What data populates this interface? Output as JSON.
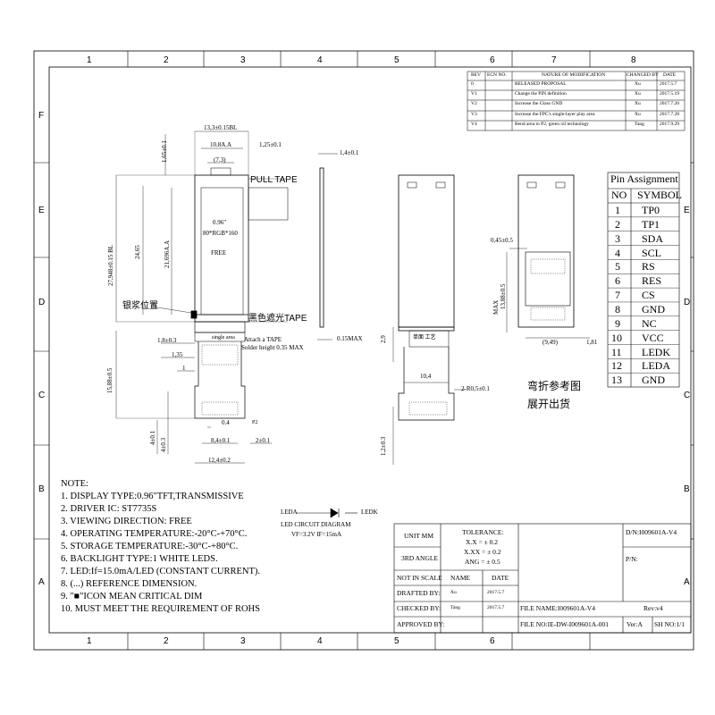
{
  "grid": {
    "cols": [
      "1",
      "2",
      "3",
      "4",
      "5",
      "6",
      "7",
      "8"
    ],
    "rows": [
      "F",
      "E",
      "D",
      "C",
      "B",
      "A"
    ]
  },
  "revisions": {
    "headers": [
      "REV",
      "ECN NO.",
      "NATURE OF MODIFICATION",
      "CHANGED BY",
      "DATE"
    ],
    "rows": [
      {
        "rev": "0",
        "ecn": "",
        "nature": "RELEASED PROPOSAL",
        "by": "Xu",
        "date": "2017.5.7"
      },
      {
        "rev": "V1",
        "ecn": "",
        "nature": "Change the PIN definition",
        "by": "Xu",
        "date": "2017.5.19"
      },
      {
        "rev": "V2",
        "ecn": "",
        "nature": "Increase the Glass GND",
        "by": "Xu",
        "date": "2017.7.20"
      },
      {
        "rev": "V3",
        "ecn": "",
        "nature": "Increase the FPC's single-layer play area",
        "by": "Xu",
        "date": "2017.7.28"
      },
      {
        "rev": "V4",
        "ecn": "",
        "nature": "Bend area to P2, green oil technology",
        "by": "Tang",
        "date": "2017.9.29"
      }
    ]
  },
  "pin_assignment": {
    "title": "Pin Assignment",
    "col_no": "NO",
    "col_symbol": "SYMBOL",
    "pins": [
      {
        "no": "1",
        "symbol": "TP0"
      },
      {
        "no": "2",
        "symbol": "TP1"
      },
      {
        "no": "3",
        "symbol": "SDA"
      },
      {
        "no": "4",
        "symbol": "SCL"
      },
      {
        "no": "5",
        "symbol": "RS"
      },
      {
        "no": "6",
        "symbol": "RES"
      },
      {
        "no": "7",
        "symbol": "CS"
      },
      {
        "no": "8",
        "symbol": "GND"
      },
      {
        "no": "9",
        "symbol": "NC"
      },
      {
        "no": "10",
        "symbol": "VCC"
      },
      {
        "no": "11",
        "symbol": "LEDK"
      },
      {
        "no": "12",
        "symbol": "LEDA"
      },
      {
        "no": "13",
        "symbol": "GND"
      }
    ]
  },
  "front_view": {
    "dim_top_outer": "13,3±0.15BL",
    "dim_top_aa": "10.8A.A",
    "dim_top_right": "1,25±0.1",
    "dim_top_small": "(7.3)",
    "dim_left_small": "1,65±0.1",
    "dim_total_height": "27,948±0.15 BL",
    "dim_height_2": "24,65",
    "dim_height_aa": "21,696A.A",
    "pull_tape": "PULL TAPE",
    "panel_size": "0.96\"",
    "panel_res": "80*RGB*160",
    "panel_free": "FREE",
    "silver_label": "银浆位置",
    "black_tape": "黑色遮光TAPE",
    "single_area": "single area",
    "attach_tape": "Attach a TAPE",
    "solder_height": "Solder height 0.35 MAX",
    "dim_1_8": "1.8±0.3",
    "dim_1_35": "1,35",
    "dim_1": "1",
    "dim_15_88": "15,88±0.5",
    "dim_0_4": "0.4",
    "dim_p2": "P2",
    "dim_8_4": "8,4±0.1",
    "dim_2": "2±0.1",
    "dim_4": "4±0.1",
    "dim_4_3": "4±0.3",
    "dim_12_4": "12,4±0.2"
  },
  "side_view": {
    "dim_thickness": "1,4±0.1",
    "dim_015": "0.15MAX"
  },
  "rear_view": {
    "dim_2_9": "2,9",
    "single_label": "单面 工艺",
    "dim_10_4": "10,4",
    "dim_r": "2-R0,5±0.1",
    "dim_1_2": "1,2±0.3"
  },
  "bent_view": {
    "dim_045": "0,45±0.5",
    "dim_max": "MAX",
    "dim_13_88": "13,88±0.5",
    "dim_9_49": "(9,49)",
    "dim_1_81": "1,81",
    "note_cn_1": "弯折参考图",
    "note_cn_2": "展开出货"
  },
  "notes": {
    "title": "NOTE:",
    "items": [
      "1. DISPLAY TYPE:0.96\"TFT,TRANSMISSIVE",
      "2. DRIVER IC: ST7735S",
      "3. VIEWING DIRECTION: FREE",
      "4. OPERATING TEMPERATURE:-20°C-+70°C.",
      "5. STORAGE TEMPERATURE:-30°C-+80°C.",
      "6. BACKLIGHT TYPE:1 WHITE LEDS.",
      "7. LED:If=15.0mA/LED (CONSTANT CURRENT).",
      "8. (...) REFERENCE DIMENSION.",
      "9. \"■\"ICON MEAN CRITICAL DIM",
      "10. MUST MEET THE REQUIREMENT OF ROHS"
    ]
  },
  "led_circuit": {
    "leda": "LEDA",
    "ledk": "LEDK",
    "title": "LED CIRCUIT DIAGRAM",
    "spec": "VF=3.2V  IF=15mA"
  },
  "title_block": {
    "unit": "UNIT MM",
    "angle": "3RD ANGLE",
    "tolerance_title": "TOLERANCE:",
    "tol_1": "X.X = ± 0.2",
    "tol_2": "X.XX = ± 0.2",
    "tol_3": "ANG = ± 0.5",
    "not_in_scale": "NOT IN SCALE",
    "name": "NAME",
    "date": "DATE",
    "drafted_by": "DRAFTED BY:",
    "drafted_name": "Xu",
    "drafted_date": "2017.5.7",
    "checked_by": "CHECKED BY:",
    "checked_name": "Tang",
    "checked_date": "2017.5.7",
    "approved_by": "APPROVED BY:",
    "dn": "D/N:I009601A-V4",
    "pn": "P/N:",
    "file_name": "FILE NAME:I009601A-V4",
    "rev": "Rev:v4",
    "file_no": "FILE NO:IE-DW-I009601A-001",
    "ver": "Ver:A",
    "sh_no": "SH NO:1/1"
  }
}
